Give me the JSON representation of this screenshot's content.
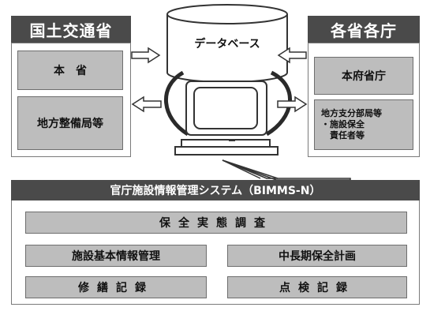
{
  "left_org": {
    "title": "国土交通省",
    "box1": "本　省",
    "box2": "地方整備局等"
  },
  "right_org": {
    "title": "各省各庁",
    "box1": "本府省庁",
    "box2_line1": "地方支分部局等",
    "box2_line2": "・施設保全",
    "box2_line3": "　責任者等"
  },
  "center": {
    "database_label": "データベース",
    "icons": [
      "database-icon",
      "computer-icon",
      "arrow-right-icon",
      "arrow-left-icon"
    ]
  },
  "system": {
    "title": "官庁施設情報管理システム（BIMMS-N）",
    "module_top": "保全実態調査",
    "module_mid_left": "施設基本情報管理",
    "module_mid_right": "中長期保全計画",
    "module_bot_left": "修繕記録",
    "module_bot_right": "点検記録"
  },
  "colors": {
    "dark_header": "#4a4a4a",
    "box_gray": "#bdbdbd"
  }
}
